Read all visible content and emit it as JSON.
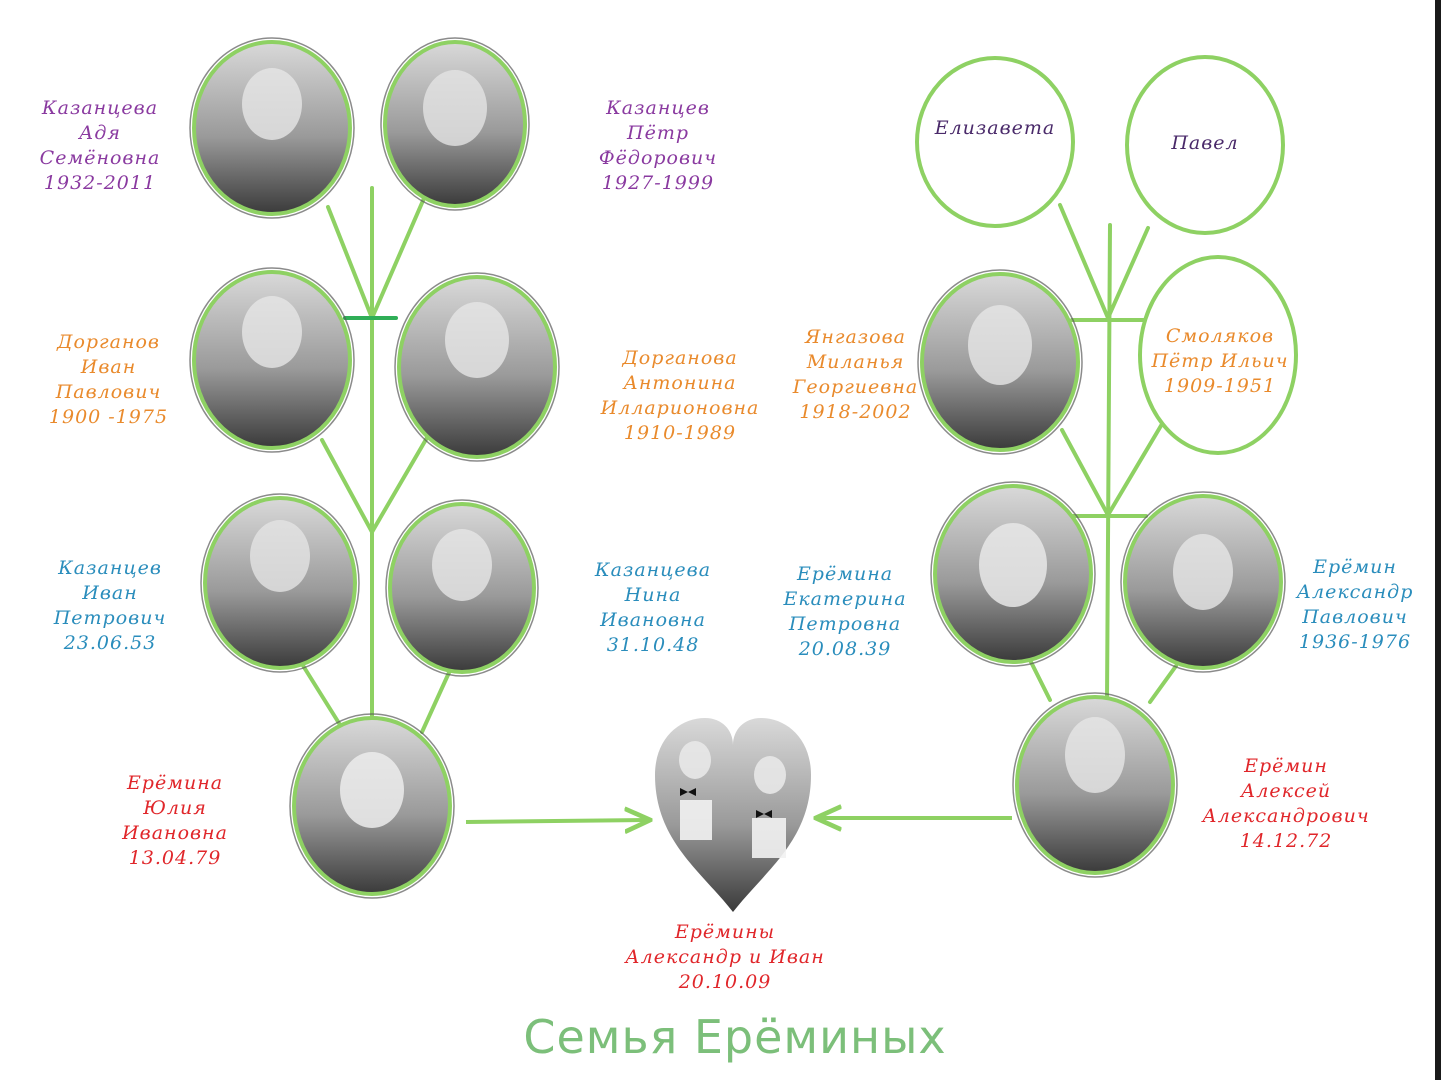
{
  "title": "Семья Ерёминых",
  "colors": {
    "line": "#8ed163",
    "great_grandparents": "#8a3aa0",
    "grandparents": "#e98a2c",
    "parents_gen": "#2a8dbc",
    "parents": "#e0262a",
    "title": "#7cbf7a"
  },
  "people": {
    "kazantseva_adya": {
      "lines": [
        "Казанцева",
        "Адя",
        "Семёновна",
        "1932-2011"
      ]
    },
    "kazantsev_petr": {
      "lines": [
        "Казанцев",
        "Пётр",
        "Фёдорович",
        "1927-1999"
      ]
    },
    "elizaveta": {
      "lines": [
        "Елизавета"
      ]
    },
    "pavel": {
      "lines": [
        "Павел"
      ]
    },
    "dorganov_ivan": {
      "lines": [
        "Дорганов",
        "Иван",
        "Павлович",
        "1900 -1975"
      ]
    },
    "dorganova_antonina": {
      "lines": [
        "Дорганова",
        "Антонина",
        "Илларионовна",
        "1910-1989"
      ]
    },
    "yangazova_milanya": {
      "lines": [
        "Янгазова",
        "Миланья",
        "Георгиевна",
        "1918-2002"
      ]
    },
    "smolyakov_petr": {
      "lines": [
        "Смоляков",
        "Пётр Ильич",
        "1909-1951"
      ]
    },
    "kazantsev_ivan": {
      "lines": [
        "Казанцев",
        "Иван",
        "Петрович",
        "23.06.53"
      ]
    },
    "kazantseva_nina": {
      "lines": [
        "Казанцева",
        "Нина",
        "Ивановна",
        "31.10.48"
      ]
    },
    "eremina_ekaterina": {
      "lines": [
        "Ерёмина",
        "Екатерина",
        "Петровна",
        "20.08.39"
      ]
    },
    "eremin_aleksandr": {
      "lines": [
        "Ерёмин",
        "Александр",
        "Павлович",
        "1936-1976"
      ]
    },
    "eremina_yulia": {
      "lines": [
        "Ерёмина",
        "Юлия",
        "Ивановна",
        "13.04.79"
      ]
    },
    "eremin_aleksey": {
      "lines": [
        "Ерёмин",
        "Алексей",
        "Александрович",
        "14.12.72"
      ]
    },
    "children": {
      "lines": [
        "Ерёмины",
        "Александр и Иван",
        "20.10.09"
      ]
    }
  }
}
